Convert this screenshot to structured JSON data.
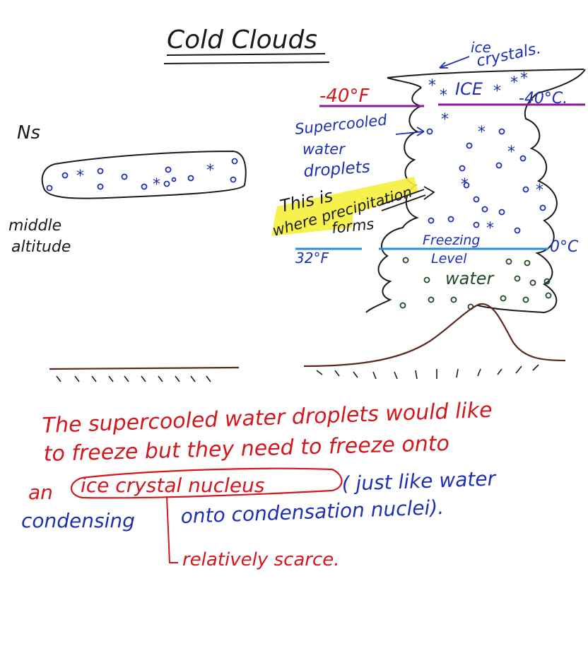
{
  "title": "Cold Clouds",
  "left_cloud": {
    "type_label": "Ns",
    "altitude_label": [
      "middle",
      "altitude"
    ]
  },
  "right_cloud": {
    "top_label": [
      "ice",
      "crystals."
    ],
    "top_region_label": "ICE",
    "temp_left": "-40°F",
    "temp_right": "-40°C.",
    "supercooled_label": [
      "Supercooled",
      "water",
      "droplets"
    ],
    "precip_label": [
      "This is",
      "where precipitation",
      "forms"
    ],
    "freezing_label": [
      "Freezing",
      "Level"
    ],
    "temp_32f": "32°F",
    "temp_0c": "0°C",
    "water_label": "water"
  },
  "notes": {
    "line1": "The supercooled water droplets would like",
    "line2": "to freeze but they need to freeze onto",
    "line3_a": "an",
    "line3_circled": "ice crystal nucleus",
    "line3_b": "( just like water",
    "line4_a": "condensing",
    "line4_b": "onto condensation nuclei).",
    "scarce": "relatively scarce."
  },
  "colors": {
    "ink_black": "#1a1a1a",
    "ink_blue": "#1d2fb4",
    "ink_red": "#d4161d",
    "ink_green": "#1d4a24",
    "ink_purple": "#8b1a9a",
    "ink_cyan": "#2a8bd8",
    "ink_brown": "#5a2a1e",
    "highlight": "#f6f03a"
  }
}
